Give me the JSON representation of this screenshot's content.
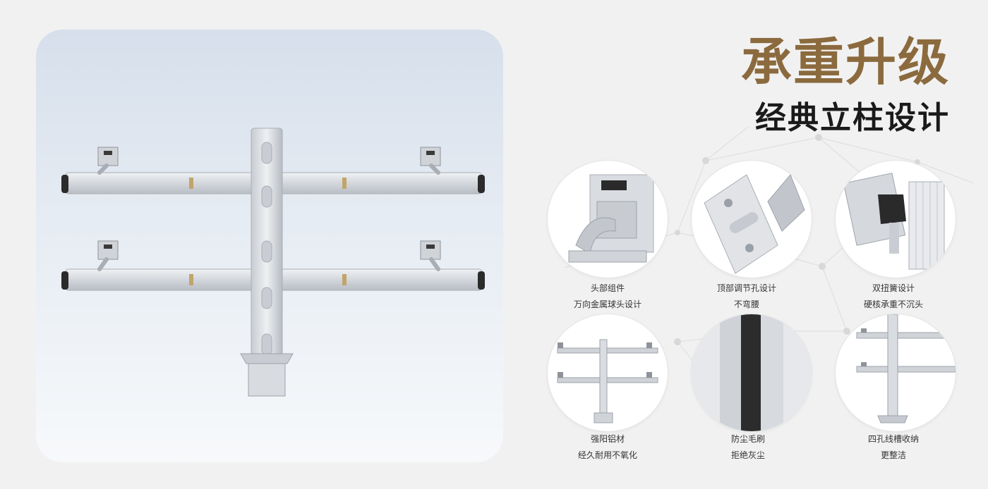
{
  "headline": "承重升级",
  "subheadline": "经典立柱设计",
  "colors": {
    "headline": "#8b6a3e",
    "subheadline": "#1a1a1a",
    "background": "#f1f1f1",
    "panel_top": "#d6dfeb",
    "panel_bottom": "#f7f9fb",
    "metal": "#d4d7dc"
  },
  "hero_image": "quad-monitor-arm-pole-mount",
  "features": [
    {
      "icon": "ball-head-joint-image",
      "line1": "头部组件",
      "line2": "万向金属球头设计"
    },
    {
      "icon": "top-adjust-hole-image",
      "line1": "顶部调节孔设计",
      "line2": "不弯腰"
    },
    {
      "icon": "dual-torsion-spring-image",
      "line1": "双扭簧设计",
      "line2": "硬核承重不沉头"
    },
    {
      "icon": "aluminum-pole-image",
      "line1": "强阳铝材",
      "line2": "经久耐用不氧化"
    },
    {
      "icon": "dust-brush-image",
      "line1": "防尘毛刷",
      "line2": "拒绝灰尘"
    },
    {
      "icon": "cable-slot-image",
      "line1": "四孔线槽收纳",
      "line2": "更整洁"
    }
  ]
}
